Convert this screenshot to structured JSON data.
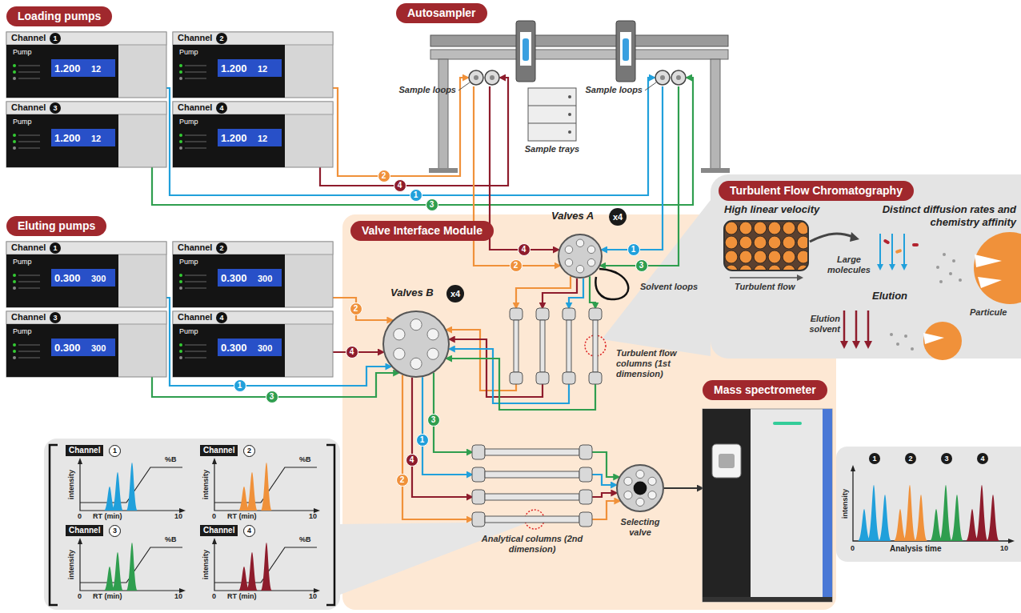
{
  "diagram": {
    "nodes": [
      {
        "text": [
          "Loading pumps"
        ]
      },
      {
        "text": [
          "Channel",
          "1",
          "Pump",
          "1.200",
          "12"
        ]
      },
      {
        "text": [
          "Channel",
          "2",
          "Pump",
          "1.200",
          "12"
        ]
      },
      {
        "text": [
          "Channel",
          "3",
          "Pump",
          "1.200",
          "12"
        ]
      },
      {
        "text": [
          "Channel",
          "4",
          "Pump",
          "1.200",
          "12"
        ]
      },
      {
        "text": [
          "Autosampler"
        ]
      },
      {
        "text": [
          "Sample loops"
        ]
      },
      {
        "text": [
          "Sample loops"
        ]
      },
      {
        "text": [
          "Eluting pumps"
        ]
      },
      {
        "text": [
          "Channel",
          "1",
          "Pump",
          "0.300",
          "300"
        ]
      },
      {
        "text": [
          "Channel",
          "2",
          "Pump",
          "0.300",
          "300"
        ]
      },
      {
        "text": [
          "Channel",
          "3",
          "Pump",
          "0.300",
          "300"
        ]
      },
      {
        "text": [
          "Channel",
          "4",
          "Pump",
          "0.300",
          "300"
        ]
      },
      {
        "text": [
          "Valve Interface Module"
        ]
      },
      {
        "text": [
          "Valves A",
          "x4"
        ],
        "in": 13
      },
      {
        "text": [
          "Valves B",
          "x4"
        ],
        "in": 13
      },
      {
        "text": [
          "Turbulent flow columns (1st dimension)"
        ],
        "in": 13
      },
      {
        "text": [
          "Analytical columns (2nd dimension)"
        ],
        "in": 13
      },
      {
        "text": [
          "Selecting valve"
        ],
        "in": 13
      },
      {
        "text": [
          "Mass spectrometer"
        ]
      },
      {
        "text": [
          "Turbulent Flow Chromatography"
        ]
      }
    ],
    "edges": [
      {
        "from": 1,
        "to": 7,
        "arrow": "to",
        "label": "1"
      },
      {
        "from": 3,
        "to": 7,
        "arrow": "to",
        "label": "3"
      },
      {
        "from": 2,
        "to": 6,
        "arrow": "to",
        "label": "2"
      },
      {
        "from": 4,
        "to": 6,
        "arrow": "to",
        "label": "4"
      },
      {
        "from": 6,
        "to": 14,
        "arrow": "to",
        "label": "4"
      },
      {
        "from": 6,
        "to": 14,
        "arrow": "to",
        "label": "2"
      },
      {
        "from": 7,
        "to": 14,
        "arrow": "to",
        "label": "1"
      },
      {
        "from": 7,
        "to": 14,
        "arrow": "to",
        "label": "3"
      },
      {
        "from": 14,
        "to": 16,
        "arrow": "to"
      },
      {
        "from": 14,
        "to": 16,
        "arrow": "to"
      },
      {
        "from": 14,
        "to": 16,
        "arrow": "to"
      },
      {
        "from": 14,
        "to": 16,
        "arrow": "to"
      },
      {
        "from": 16,
        "to": 15,
        "arrow": "to"
      },
      {
        "from": 16,
        "to": 15,
        "arrow": "to"
      },
      {
        "from": 16,
        "to": 15,
        "arrow": "to"
      },
      {
        "from": 16,
        "to": 15,
        "arrow": "to"
      },
      {
        "from": 10,
        "to": 15,
        "arrow": "to",
        "label": "2"
      },
      {
        "from": 12,
        "to": 15,
        "arrow": "to",
        "label": "4"
      },
      {
        "from": 9,
        "to": 15,
        "arrow": "to",
        "label": "1"
      },
      {
        "from": 11,
        "to": 15,
        "arrow": "to",
        "label": "3"
      },
      {
        "from": 15,
        "to": 17,
        "arrow": "to",
        "label": "2"
      },
      {
        "from": 15,
        "to": 17,
        "arrow": "to",
        "label": "4"
      },
      {
        "from": 15,
        "to": 17,
        "arrow": "to",
        "label": "1"
      },
      {
        "from": 15,
        "to": 17,
        "arrow": "to",
        "label": "3"
      },
      {
        "from": 17,
        "to": 18,
        "arrow": "to"
      },
      {
        "from": 17,
        "to": 18,
        "arrow": "to"
      },
      {
        "from": 17,
        "to": 18,
        "arrow": "to"
      },
      {
        "from": 17,
        "to": 18,
        "arrow": "to"
      },
      {
        "from": 18,
        "to": 19,
        "arrow": "to"
      }
    ],
    "labels": [
      "Sample trays",
      "Solvent loops",
      "High linear velocity",
      "Turbulent flow",
      "Distinct diffusion rates and chemistry affinity",
      "Large molecules",
      "Particule",
      "Elution",
      "Elution solvent",
      "Channel",
      "1",
      "%B",
      "intensity",
      "RT (min)",
      "0",
      "10",
      "Channel",
      "2",
      "%B",
      "intensity",
      "RT (min)",
      "0",
      "10",
      "Channel",
      "3",
      "%B",
      "intensity",
      "RT (min)",
      "0",
      "10",
      "Channel",
      "4",
      "%B",
      "intensity",
      "RT (min)",
      "0",
      "10",
      "1",
      "2",
      "3",
      "4",
      "intensity",
      "Analysis time",
      "0",
      "10"
    ]
  }
}
